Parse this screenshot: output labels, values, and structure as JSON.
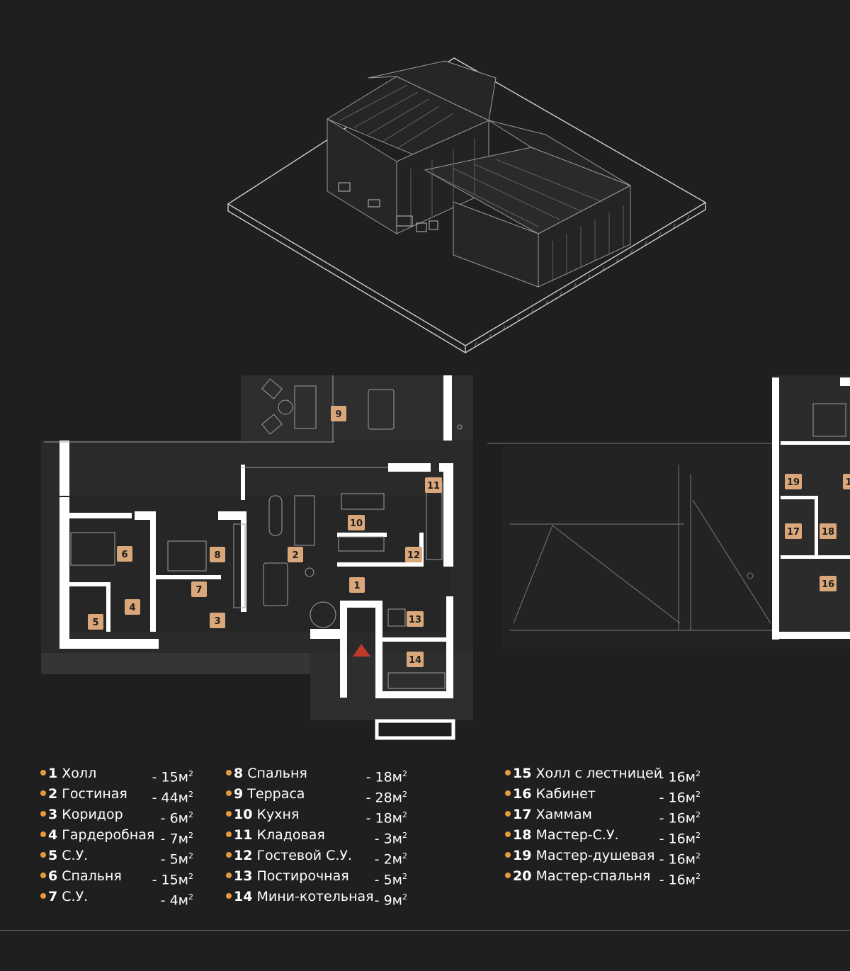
{
  "colors": {
    "background": "#1f1f1f",
    "accent": "#e69a3c",
    "room_badge": "#d9a77a",
    "wall": "#ffffff",
    "entrance_marker": "#c0392b"
  },
  "icons": {
    "bullet": "orange-dot-icon",
    "entrance": "red-triangle-icon"
  },
  "plan_rooms": {
    "r1": "1",
    "r2": "2",
    "r3": "3",
    "r4": "4",
    "r5": "5",
    "r6": "6",
    "r7": "7",
    "r8": "8",
    "r9": "9",
    "r10": "10",
    "r11": "11",
    "r12": "12",
    "r13": "13",
    "r14": "14",
    "r16": "16",
    "r17": "17",
    "r18": "18",
    "r19": "19",
    "r1x": "1"
  },
  "legend": {
    "col1": [
      {
        "num": "1",
        "name": "Холл",
        "area": "- 15м",
        "unit_sup": "2"
      },
      {
        "num": "2",
        "name": "Гостиная",
        "area": "- 44м",
        "unit_sup": "2"
      },
      {
        "num": "3",
        "name": "Коридор",
        "area": "- 6м",
        "unit_sup": "2"
      },
      {
        "num": "4",
        "name": "Гардеробная",
        "area": "- 7м",
        "unit_sup": "2"
      },
      {
        "num": "5",
        "name": "С.У.",
        "area": "- 5м",
        "unit_sup": "2"
      },
      {
        "num": "6",
        "name": "Спальня",
        "area": "- 15м",
        "unit_sup": "2"
      },
      {
        "num": "7",
        "name": "С.У.",
        "area": "- 4м",
        "unit_sup": "2"
      }
    ],
    "col2": [
      {
        "num": "8",
        "name": "Спальня",
        "area": "- 18м",
        "unit_sup": "2"
      },
      {
        "num": "9",
        "name": "Терраса",
        "area": "- 28м",
        "unit_sup": "2"
      },
      {
        "num": "10",
        "name": "Кухня",
        "area": "- 18м",
        "unit_sup": "2"
      },
      {
        "num": "11",
        "name": "Кладовая",
        "area": "- 3м",
        "unit_sup": "2"
      },
      {
        "num": "12",
        "name": "Гостевой С.У.",
        "area": "- 2м",
        "unit_sup": "2"
      },
      {
        "num": "13",
        "name": "Постирочная",
        "area": "- 5м",
        "unit_sup": "2"
      },
      {
        "num": "14",
        "name": "Мини-котельная",
        "area": "- 9м",
        "unit_sup": "2"
      }
    ],
    "col3": [
      {
        "num": "15",
        "name": "Холл с лестницей",
        "area": "- 16м",
        "unit_sup": "2"
      },
      {
        "num": "16",
        "name": "Кабинет",
        "area": "- 16м",
        "unit_sup": "2"
      },
      {
        "num": "17",
        "name": "Хаммам",
        "area": "- 16м",
        "unit_sup": "2"
      },
      {
        "num": "18",
        "name": "Мастер-С.У.",
        "area": "- 16м",
        "unit_sup": "2"
      },
      {
        "num": "19",
        "name": "Мастер-душевая",
        "area": "- 16м",
        "unit_sup": "2"
      },
      {
        "num": "20",
        "name": "Мастер-спальня",
        "area": "- 16м",
        "unit_sup": "2"
      }
    ]
  }
}
